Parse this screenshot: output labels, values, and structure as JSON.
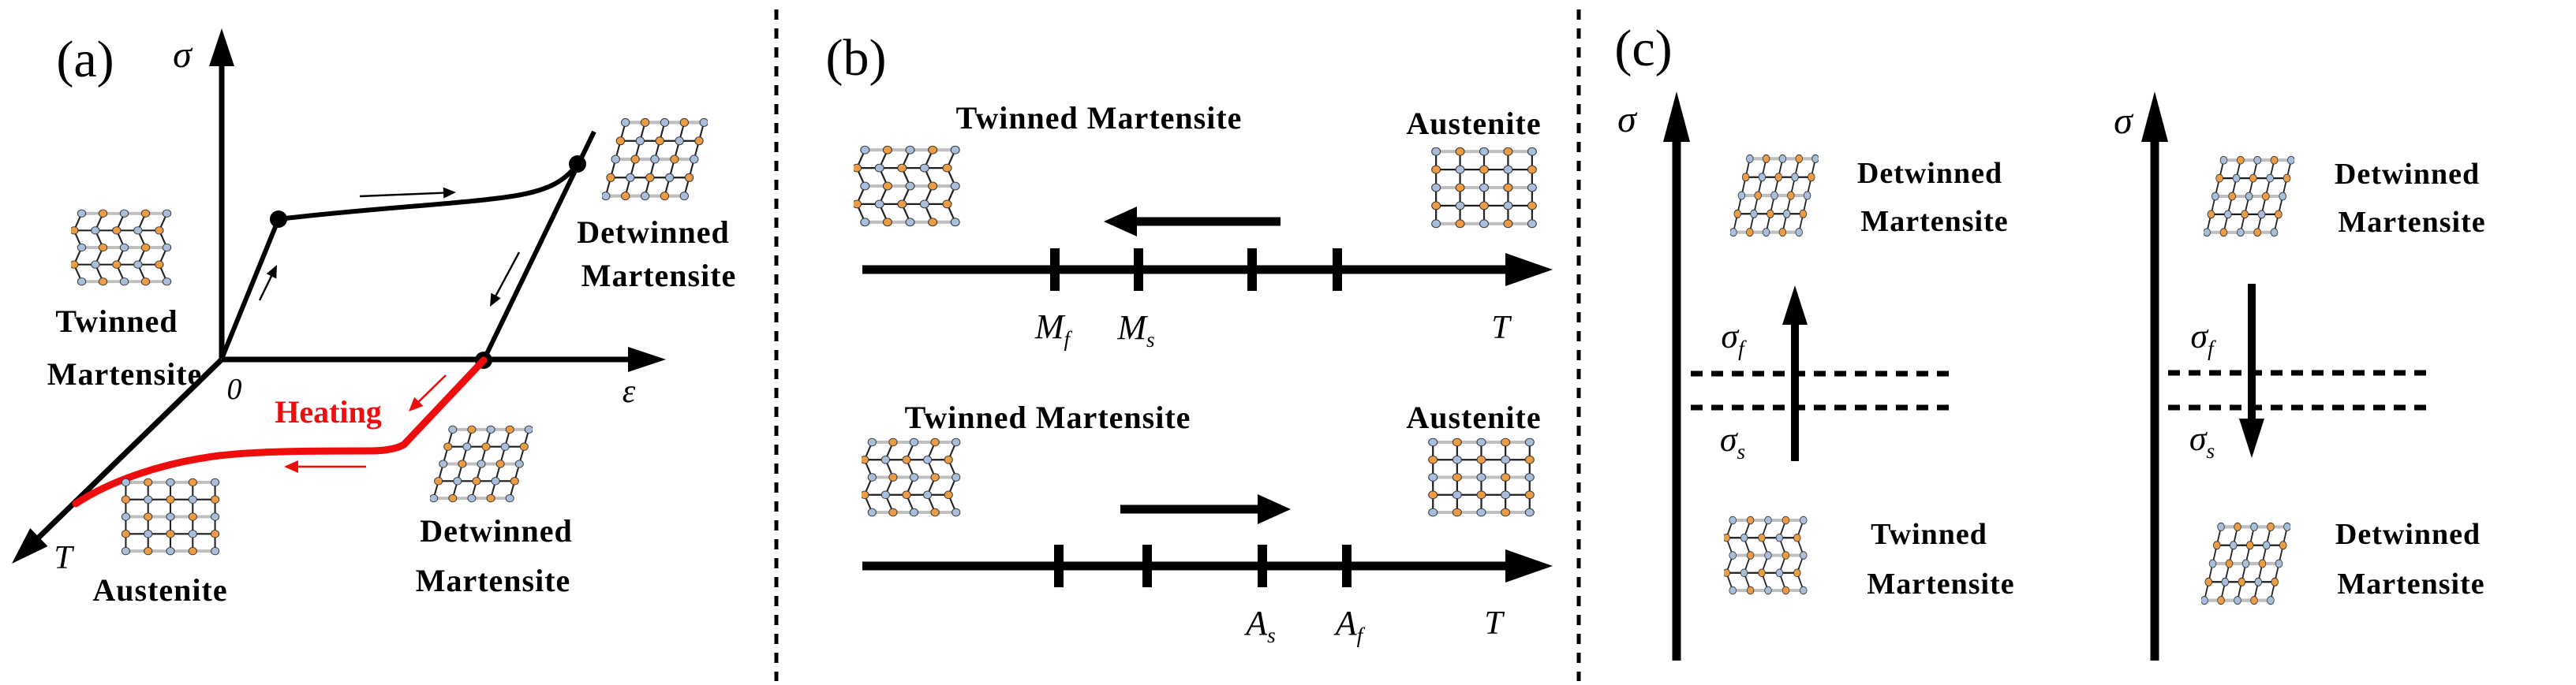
{
  "colors": {
    "black": "#000000",
    "red": "#ed0d0d",
    "atom_blue": "#a7bedc",
    "atom_orange": "#eb9c44",
    "bond_gray": "#bfbfbf",
    "bond_dark": "#1c1c1c"
  },
  "panel_a": {
    "letter": "(a)",
    "sigma_axis_label": "σ",
    "epsilon_axis_label": "ε",
    "temperature_axis_label": "T",
    "origin_label": "0",
    "heating_label": "Heating",
    "twinned_martensite": {
      "line1": "Twinned",
      "line2": "Martensite"
    },
    "detwinned_top": {
      "line1": "Detwinned",
      "line2": "Martensite"
    },
    "detwinned_bottom": {
      "line1": "Detwinned",
      "line2": "Martensite"
    },
    "austenite_label": "Austenite"
  },
  "panel_b": {
    "letter": "(b)",
    "cooling_row": {
      "left_phase": "Twinned Martensite",
      "right_phase": "Austenite",
      "axis_label": "T",
      "tick_labels": [
        {
          "base": "M",
          "sub": "f"
        },
        {
          "base": "M",
          "sub": "s"
        }
      ]
    },
    "heating_row": {
      "left_phase": "Twinned Martensite",
      "right_phase": "Austenite",
      "axis_label": "T",
      "tick_labels": [
        {
          "base": "A",
          "sub": "s"
        },
        {
          "base": "A",
          "sub": "f"
        }
      ]
    }
  },
  "panel_c": {
    "letter": "(c)",
    "loading": {
      "sigma_axis_label": "σ",
      "top_phase": {
        "line1": "Detwinned",
        "line2": "Martensite"
      },
      "bottom_phase": {
        "line1": "Twinned",
        "line2": "Martensite"
      },
      "sigma_f": {
        "base": "σ",
        "sub": "f"
      },
      "sigma_s": {
        "base": "σ",
        "sub": "s"
      }
    },
    "unloading": {
      "sigma_axis_label": "σ",
      "top_phase": {
        "line1": "Detwinned",
        "line2": "Martensite"
      },
      "bottom_phase": {
        "line1": "Detwinned",
        "line2": "Martensite"
      },
      "sigma_f": {
        "base": "σ",
        "sub": "f"
      },
      "sigma_s": {
        "base": "σ",
        "sub": "s"
      }
    }
  }
}
